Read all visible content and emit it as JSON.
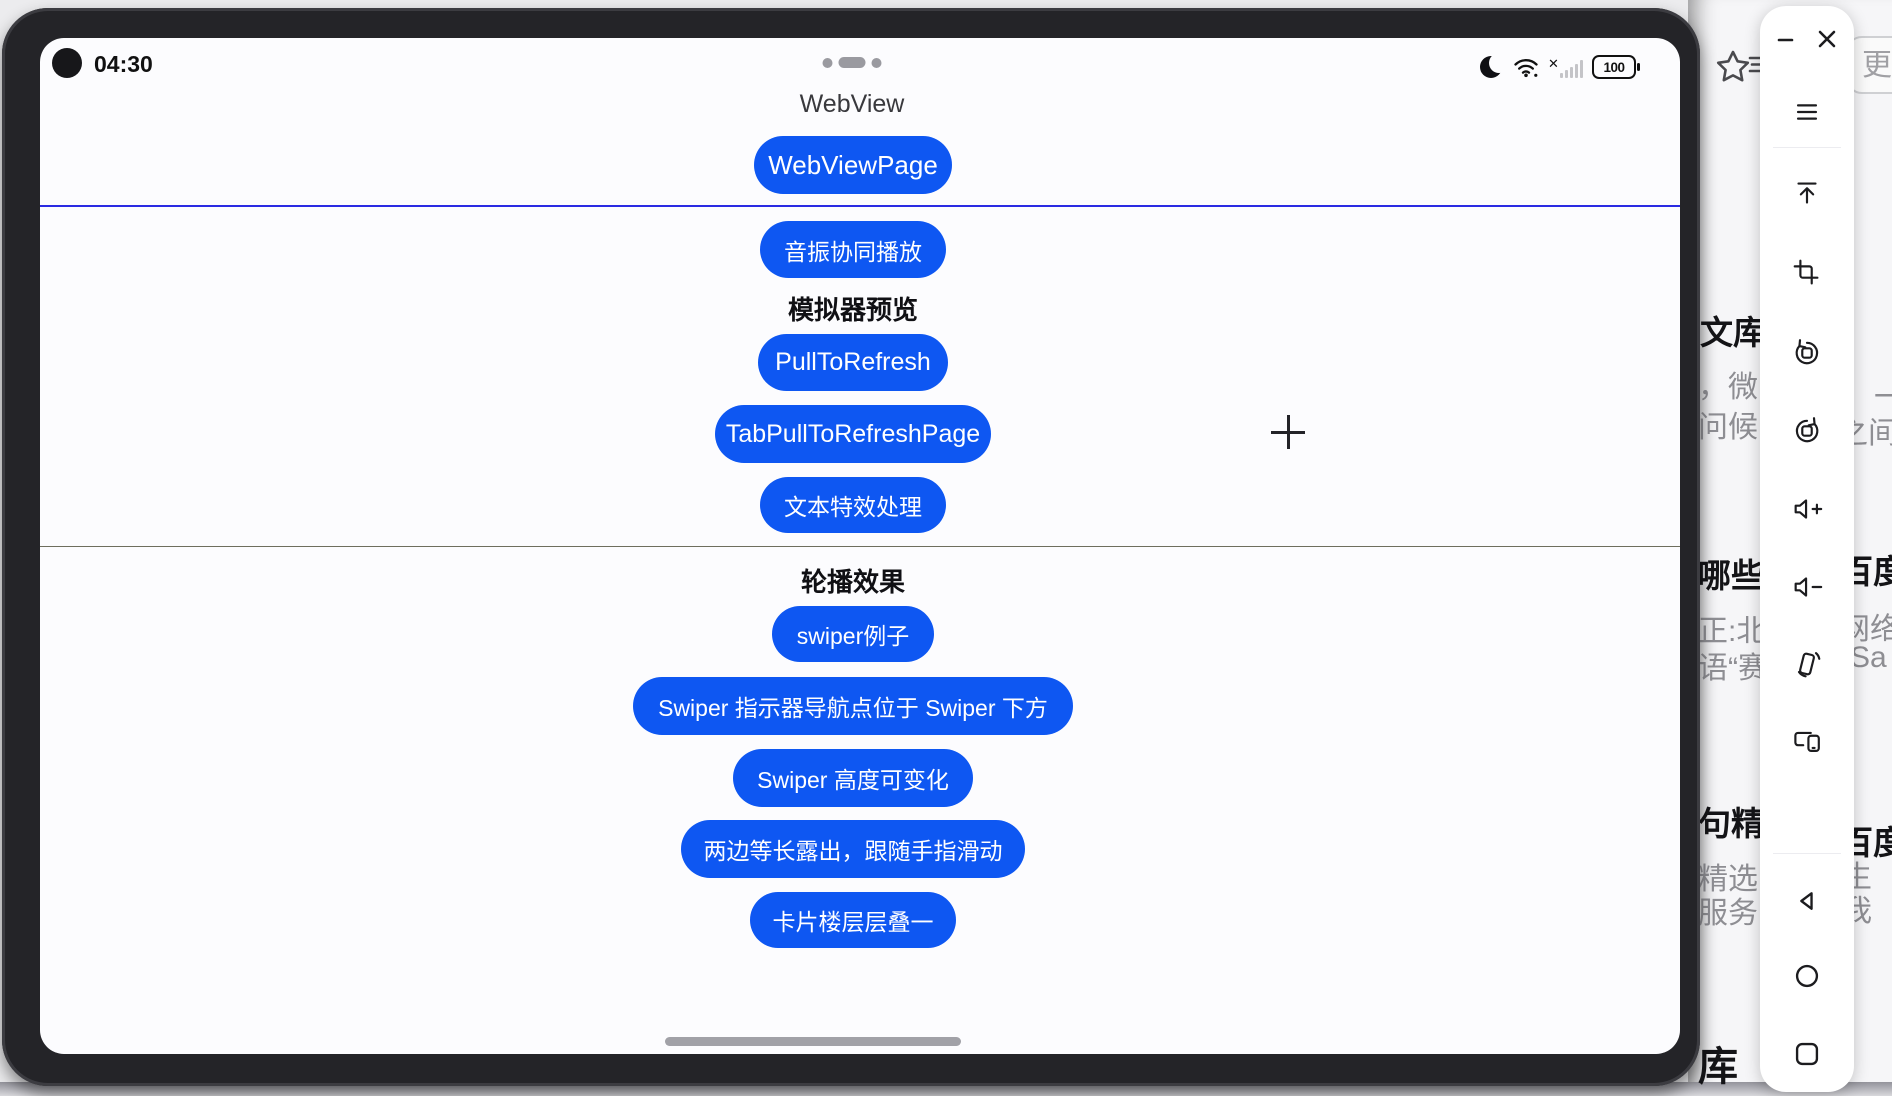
{
  "status_bar": {
    "time": "04:30",
    "battery": "100",
    "icons": [
      "camera-cutout",
      "dark-mode-moon",
      "wifi",
      "signal-no-sim",
      "battery"
    ]
  },
  "app": {
    "title": "WebView",
    "rows": [
      {
        "type": "button",
        "label": "WebViewPage"
      },
      {
        "type": "button",
        "label": "音振协同播放"
      },
      {
        "type": "header",
        "label": "模拟器预览"
      },
      {
        "type": "button",
        "label": "PullToRefresh"
      },
      {
        "type": "button",
        "label": "TabPullToRefreshPage"
      },
      {
        "type": "button",
        "label": "文本特效处理"
      },
      {
        "type": "header",
        "label": "轮播效果"
      },
      {
        "type": "button",
        "label": "swiper例子"
      },
      {
        "type": "button",
        "label": "Swiper 指示器导航点位于 Swiper 下方"
      },
      {
        "type": "button",
        "label": "Swiper 高度可变化"
      },
      {
        "type": "button",
        "label": "两边等长露出，跟随手指滑动"
      },
      {
        "type": "button",
        "label": "卡片楼层层叠一"
      }
    ]
  },
  "toolbar": {
    "window_controls": [
      "minimize",
      "close"
    ],
    "tools": [
      "menu",
      "scroll-to-top",
      "crop",
      "rotate-left",
      "rotate-right",
      "volume-up",
      "volume-down",
      "shake-device",
      "multi-screen"
    ],
    "nav": [
      "back",
      "home",
      "recents"
    ]
  },
  "background_page": {
    "more_button": "更",
    "left_edge_texts": [
      "文库",
      "，微",
      "问候",
      "哪些",
      "正:北",
      "语“赛",
      "句精",
      "精选",
      "服务",
      "库"
    ],
    "right_edge_texts": [
      "，一",
      "之间",
      "百度",
      "网络",
      "“Sa",
      "百度",
      "生",
      "我"
    ]
  },
  "colors": {
    "accent_blue": "#0e57f2",
    "divider_blue": "#2a2ae2",
    "bezel": "#242428"
  }
}
